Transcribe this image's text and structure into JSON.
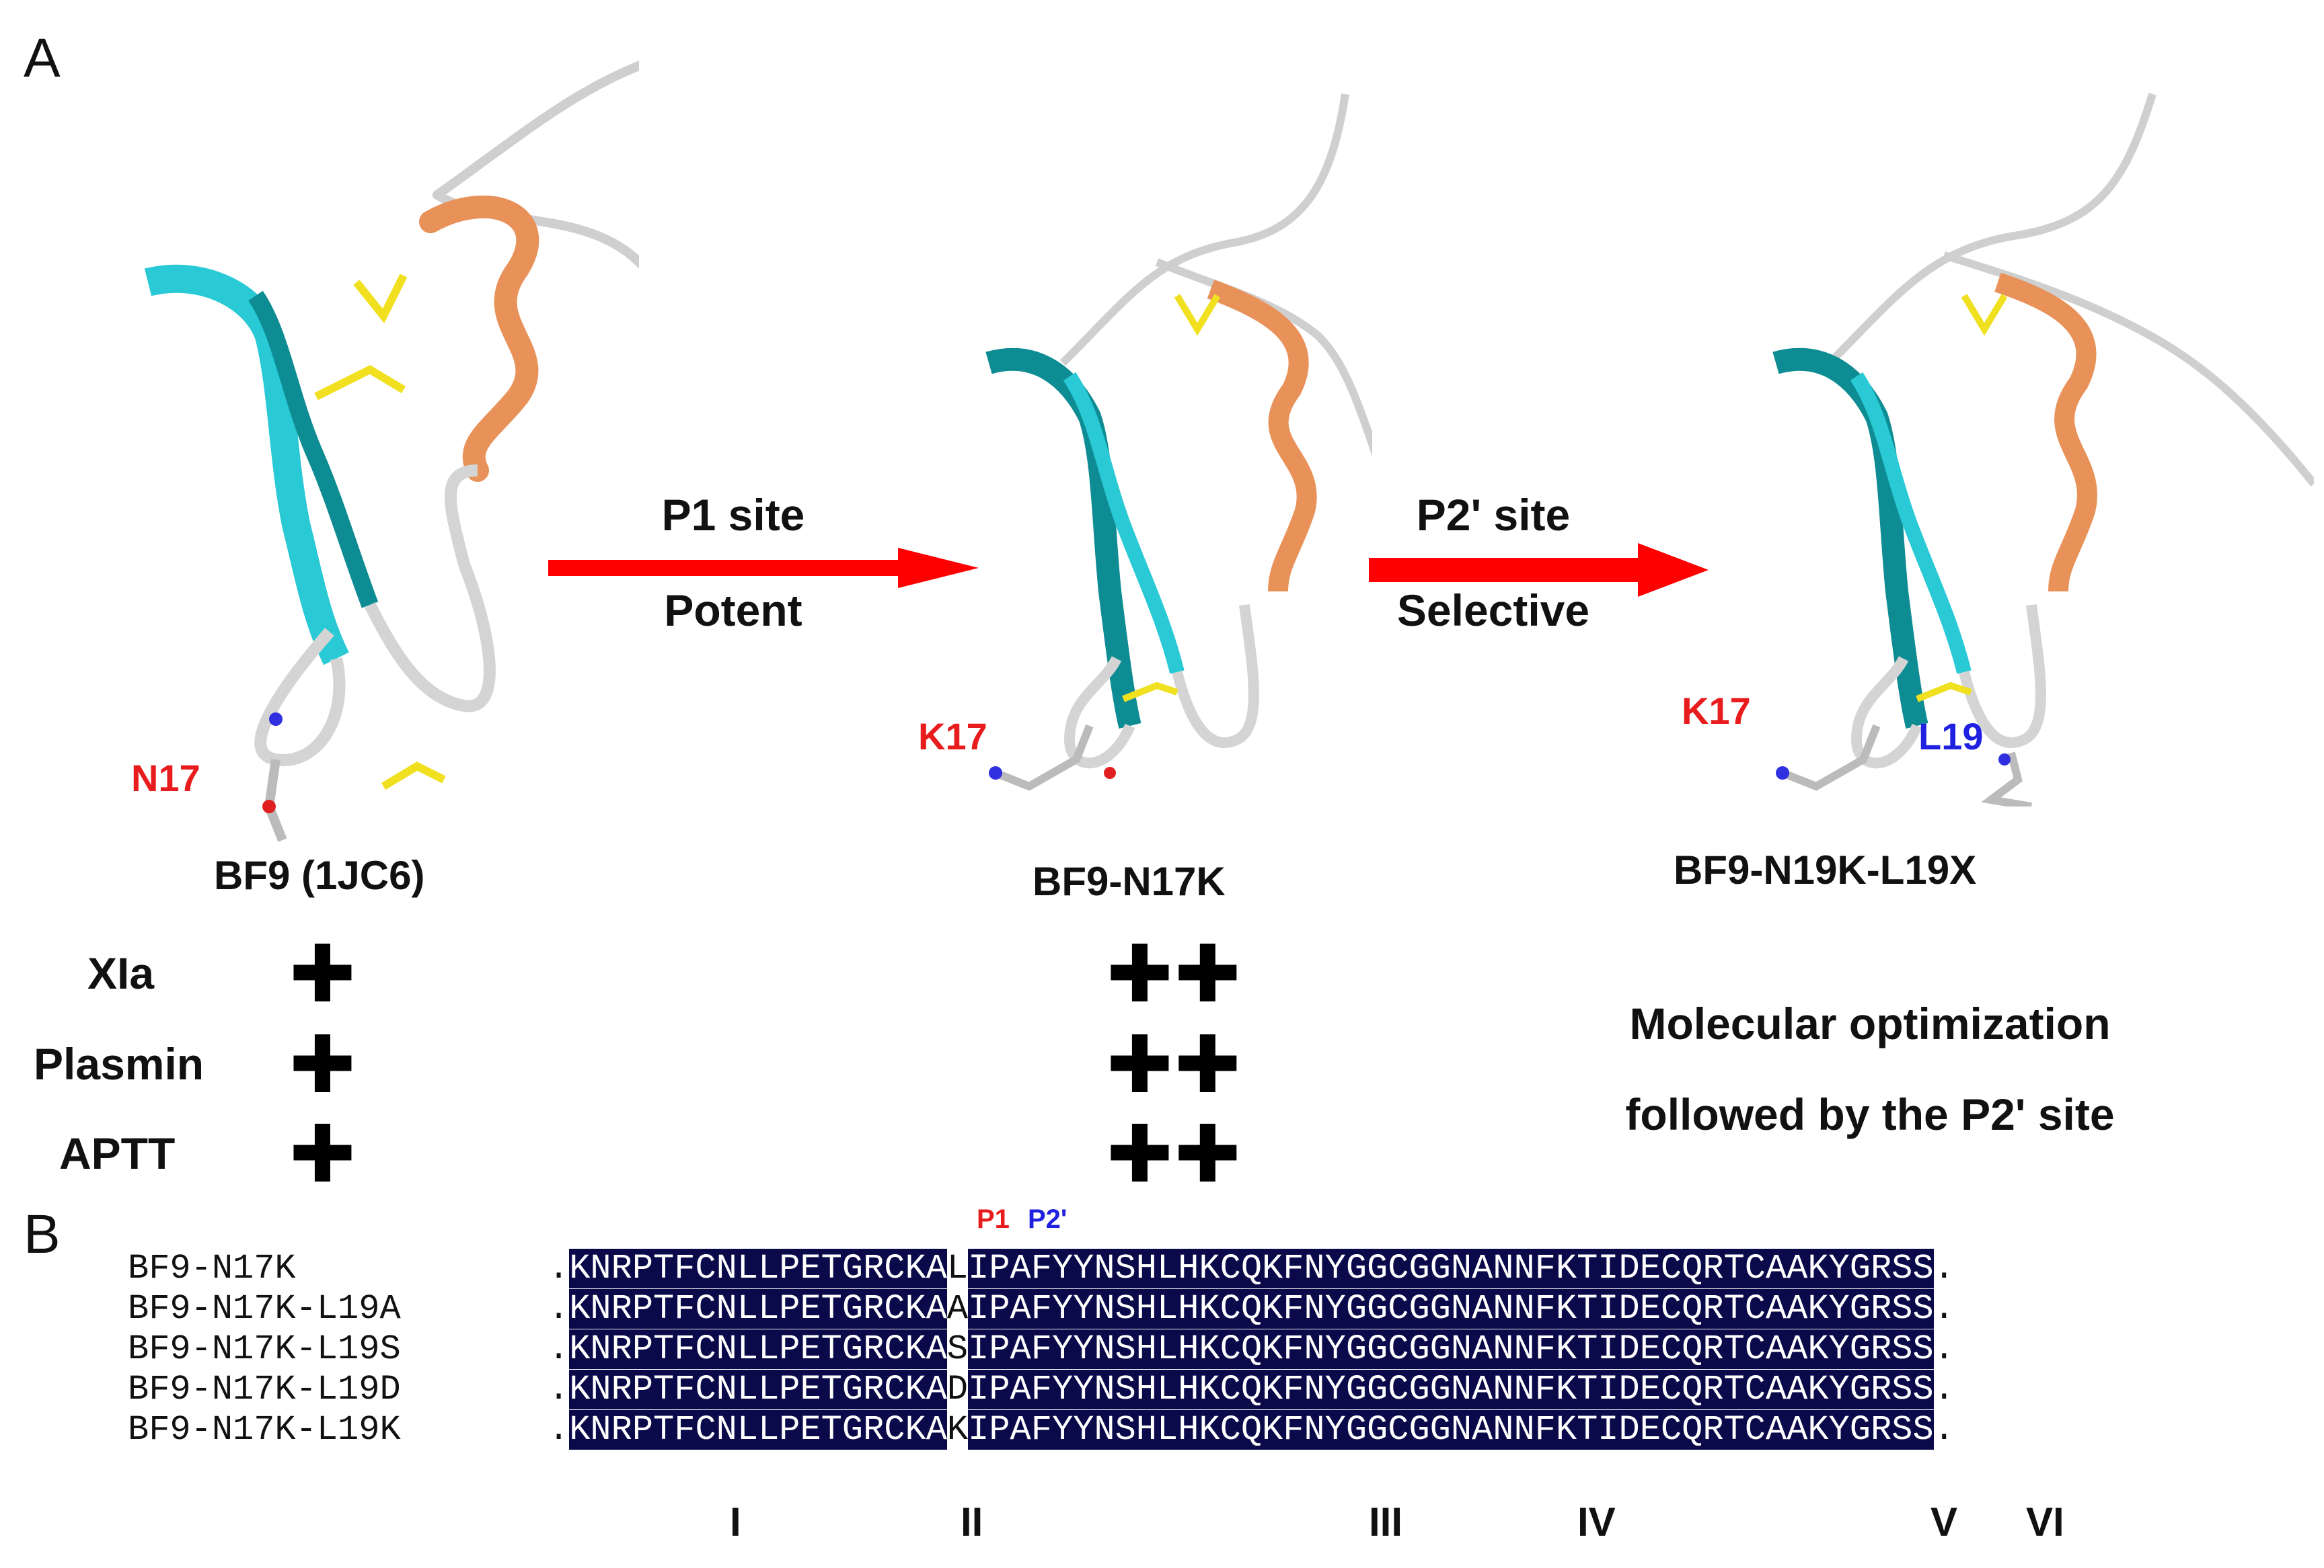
{
  "panels": {
    "a": "A",
    "b": "B"
  },
  "structures": [
    {
      "name": "BF9 (1JC6)",
      "residues": [
        {
          "text": "N17",
          "color": "#e81c1c"
        }
      ]
    },
    {
      "name": "BF9-N17K",
      "residues": [
        {
          "text": "K17",
          "color": "#e81c1c"
        }
      ]
    },
    {
      "name": "BF9-N19K-L19X",
      "residues": [
        {
          "text": "K17",
          "color": "#e81c1c"
        },
        {
          "text": "L19",
          "color": "#2020e0"
        }
      ]
    }
  ],
  "arrows": [
    {
      "top": "P1 site",
      "bottom": "Potent"
    },
    {
      "top": "P2' site",
      "bottom": "Selective"
    }
  ],
  "assays": {
    "labels": [
      "XIa",
      "Plasmin",
      "APTT"
    ],
    "bf9_symbol": "✚",
    "n17k_symbol": "✚✚"
  },
  "note": {
    "line1": "Molecular optimization",
    "line2": "followed by the P2' site"
  },
  "alignment": {
    "site_labels": [
      {
        "text": "P1",
        "color": "#e81c1c"
      },
      {
        "text": "P2'",
        "color": "#2020e0"
      }
    ],
    "names": [
      "BF9-N17K",
      "BF9-N17K-L19A",
      "BF9-N17K-L19S",
      "BF9-N17K-L19D",
      "BF9-N17K-L19K"
    ],
    "dot": ".",
    "seg1": "KNRPTFCNLLPETGRCKA",
    "variants": [
      "L",
      "A",
      "S",
      "D",
      "K"
    ],
    "seg2": "IPAF",
    "seg3": "YYNSHLHKCQKFNYGGCGGNANNF",
    "seg4": "KTIDECQRTCAAKYGRSS",
    "end": ".",
    "roman": [
      "I",
      "II",
      "III",
      "IV",
      "V",
      "VI"
    ]
  },
  "colors": {
    "helix": "#e8925a",
    "strand": "#29c9d6",
    "strand_dark": "#0e8c93",
    "coil": "#d4d4d4",
    "disulfide": "#f0e020",
    "arrow": "#ff0000"
  }
}
